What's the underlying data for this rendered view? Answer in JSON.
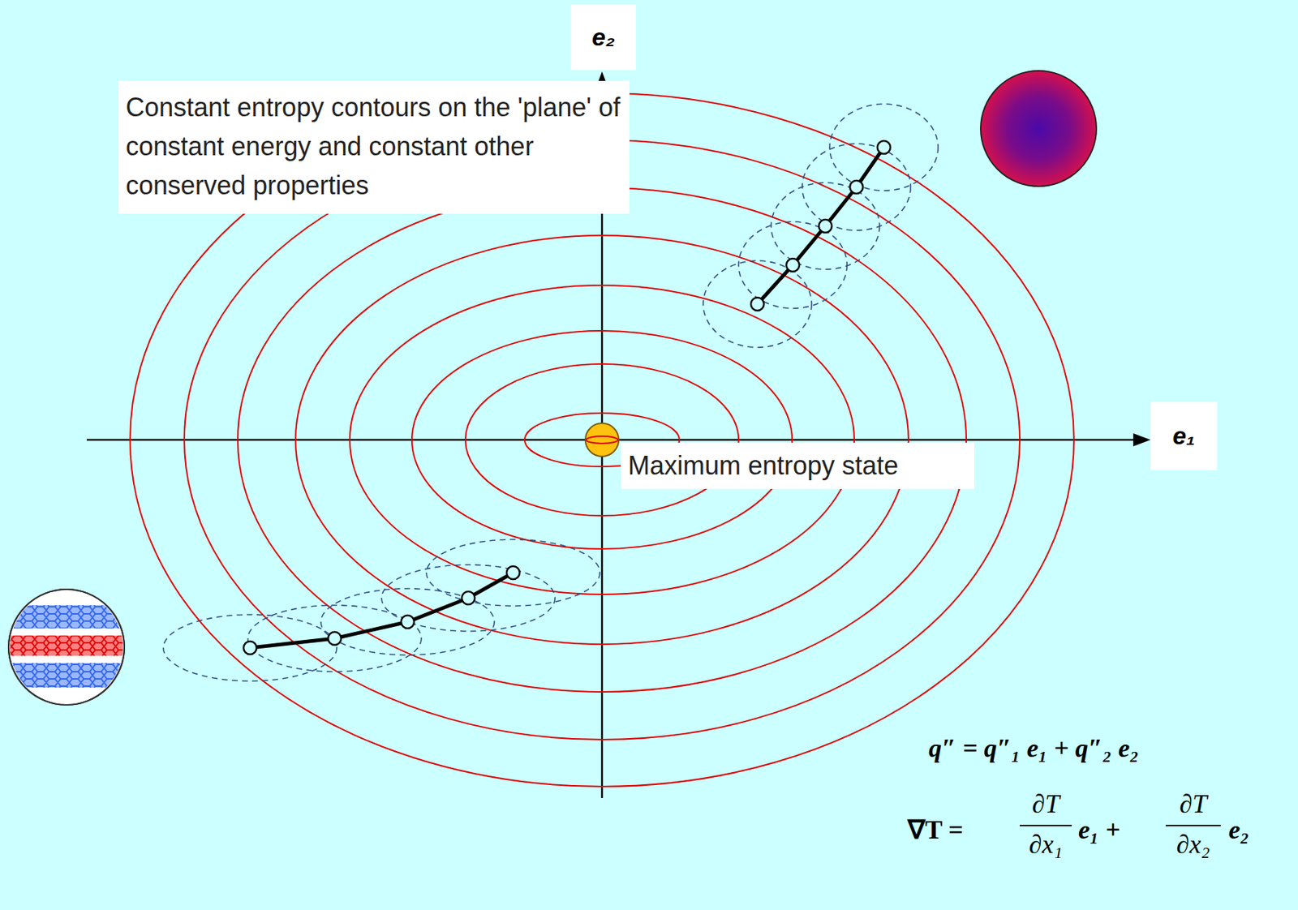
{
  "diagram": {
    "nodes": [
      {
        "text": [
          "e₂"
        ]
      },
      {
        "text": [
          "Constant entropy contours on the 'plane' of constant energy and constant other conserved properties"
        ]
      },
      {
        "text": [
          "e₁"
        ]
      },
      {
        "text": [
          "Maximum entropy state"
        ]
      }
    ],
    "labels": [
      "q″ = q″₁ e₁ + q″₂ e₂",
      "∇T =",
      "∂T",
      "∂x₁",
      "e₁ +",
      "∂T",
      "∂x₂",
      "e₂"
    ]
  }
}
